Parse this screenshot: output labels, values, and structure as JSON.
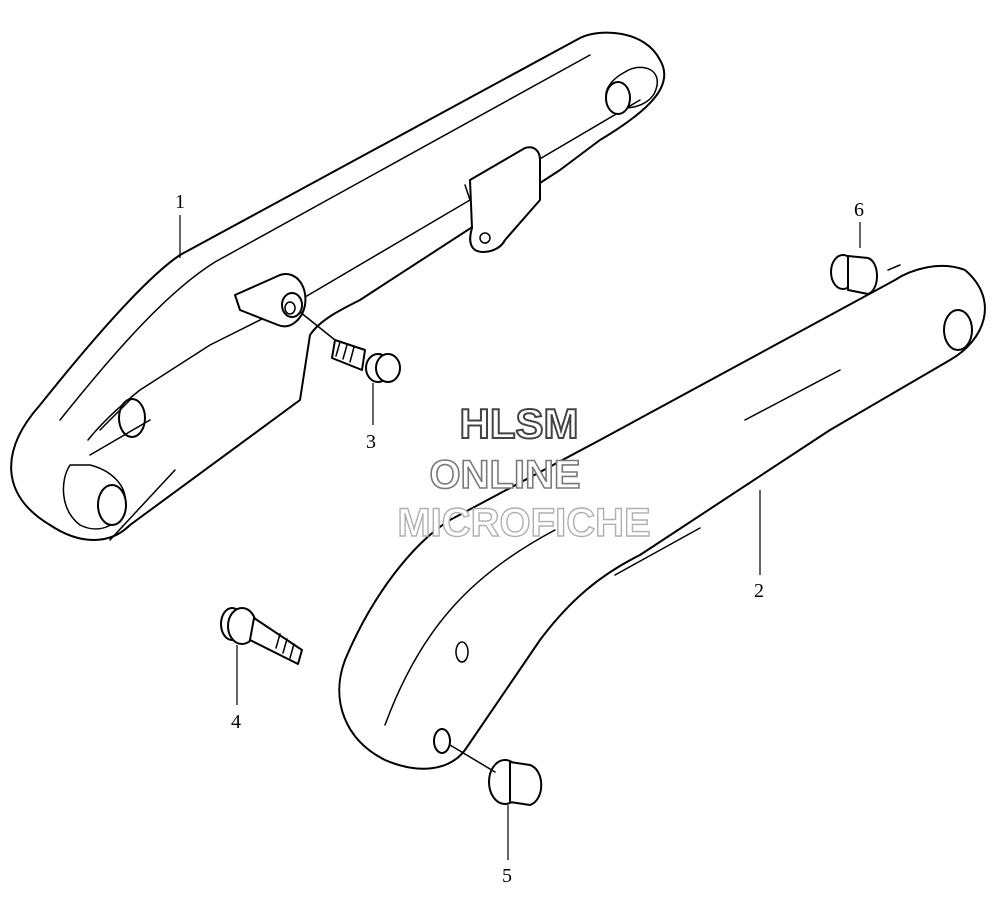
{
  "callouts": [
    {
      "id": "1",
      "label": "1"
    },
    {
      "id": "2",
      "label": "2"
    },
    {
      "id": "3",
      "label": "3"
    },
    {
      "id": "4",
      "label": "4"
    },
    {
      "id": "5",
      "label": "5"
    },
    {
      "id": "6",
      "label": "6"
    }
  ],
  "watermark": {
    "line1": "HLSM",
    "line2": "ONLINE",
    "line3": "MICROFICHE"
  },
  "colors": {
    "line": "#000000",
    "background": "#ffffff",
    "watermark": "#8a8a8a"
  }
}
